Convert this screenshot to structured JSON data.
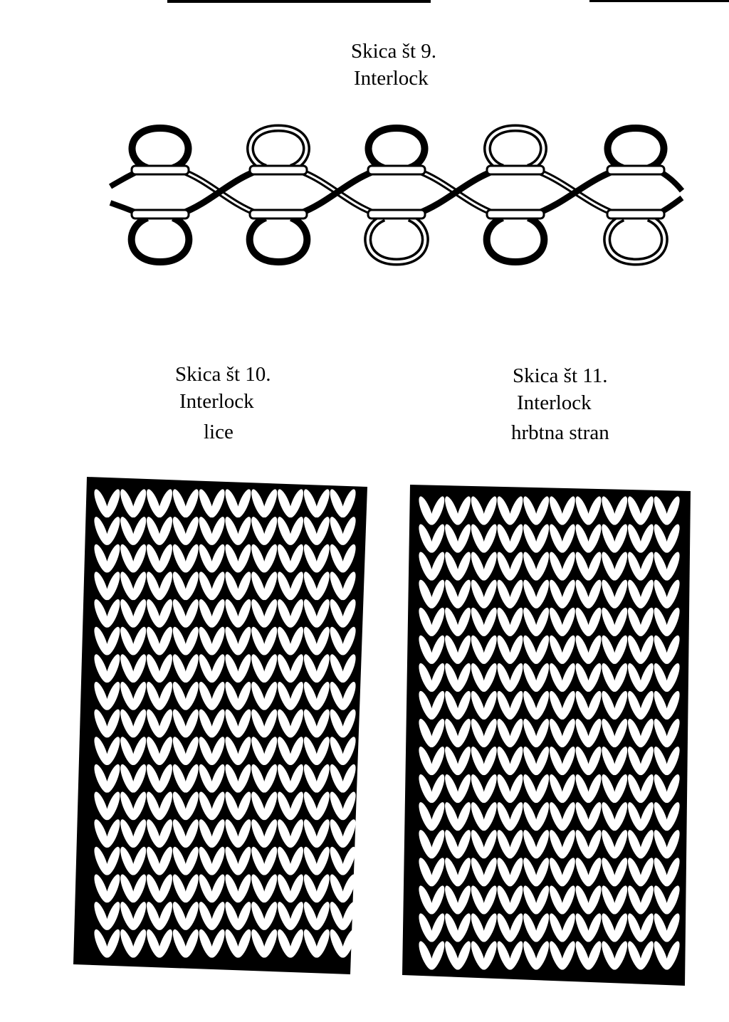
{
  "figure9": {
    "caption_number": "Skica št 9.",
    "caption_name": "Interlock"
  },
  "figure10": {
    "caption_number": "Skica št 10.",
    "caption_name": "Interlock",
    "caption_side": "lice"
  },
  "figure11": {
    "caption_number": "Skica št 11.",
    "caption_name": "Interlock",
    "caption_side": "hrbtna stran"
  },
  "colors": {
    "ink": "#000000",
    "paper": "#ffffff"
  }
}
